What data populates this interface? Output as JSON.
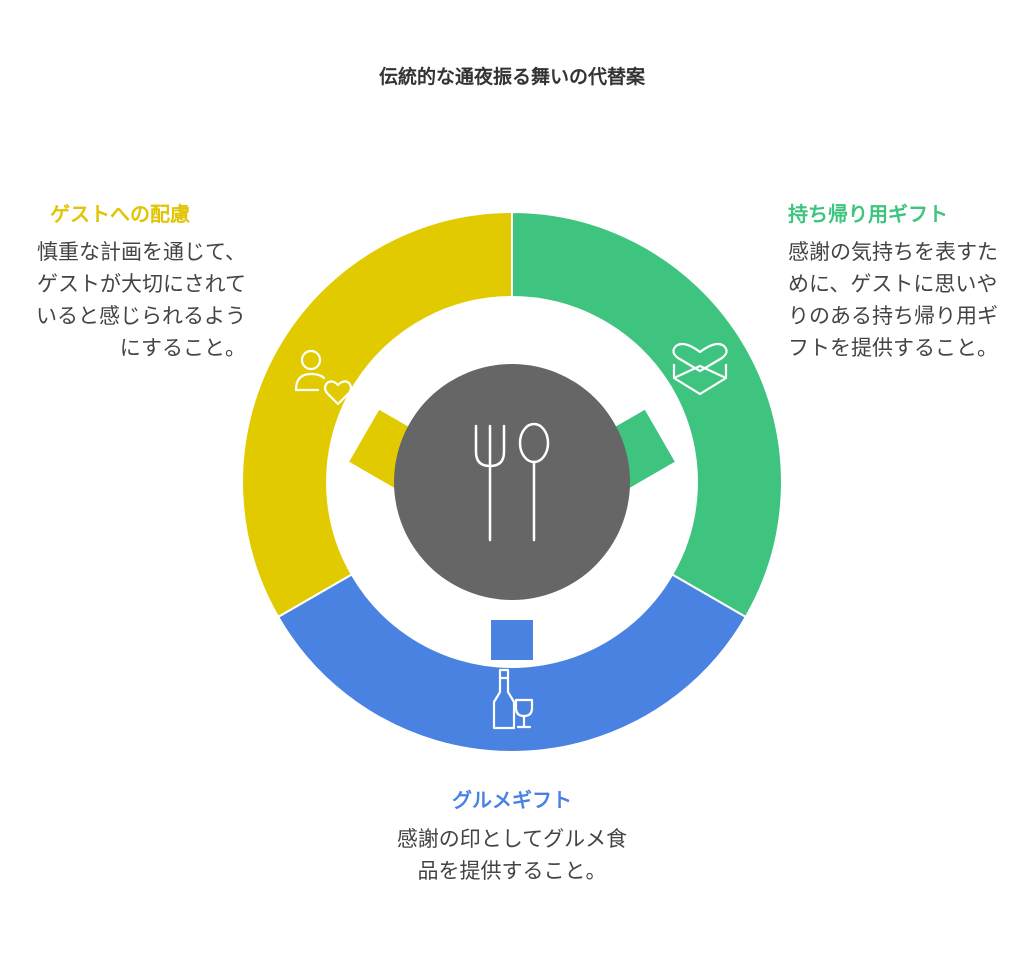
{
  "title": "伝統的な通夜振る舞いの代替案",
  "colors": {
    "guest": "#e1cb00",
    "takehome": "#3ec47e",
    "gourmet": "#4a82e2",
    "center": "#666666"
  },
  "center": {
    "icon": "fork-and-spoon-icon"
  },
  "sections": {
    "guest": {
      "title": "ゲストへの配慮",
      "text": "慎重な計画を通じて、ゲストが大切にされていると感じられるようにすること。",
      "icon": "person-heart-icon"
    },
    "takehome": {
      "title": "持ち帰り用ギフト",
      "text": "感謝の気持ちを表すために、ゲストに思いやりのある持ち帰り用ギフトを提供すること。",
      "icon": "heart-box-icon"
    },
    "gourmet": {
      "title": "グルメギフト",
      "text": "感謝の印としてグルメ食品を提供すること。",
      "icon": "wine-bottle-glass-icon"
    }
  }
}
